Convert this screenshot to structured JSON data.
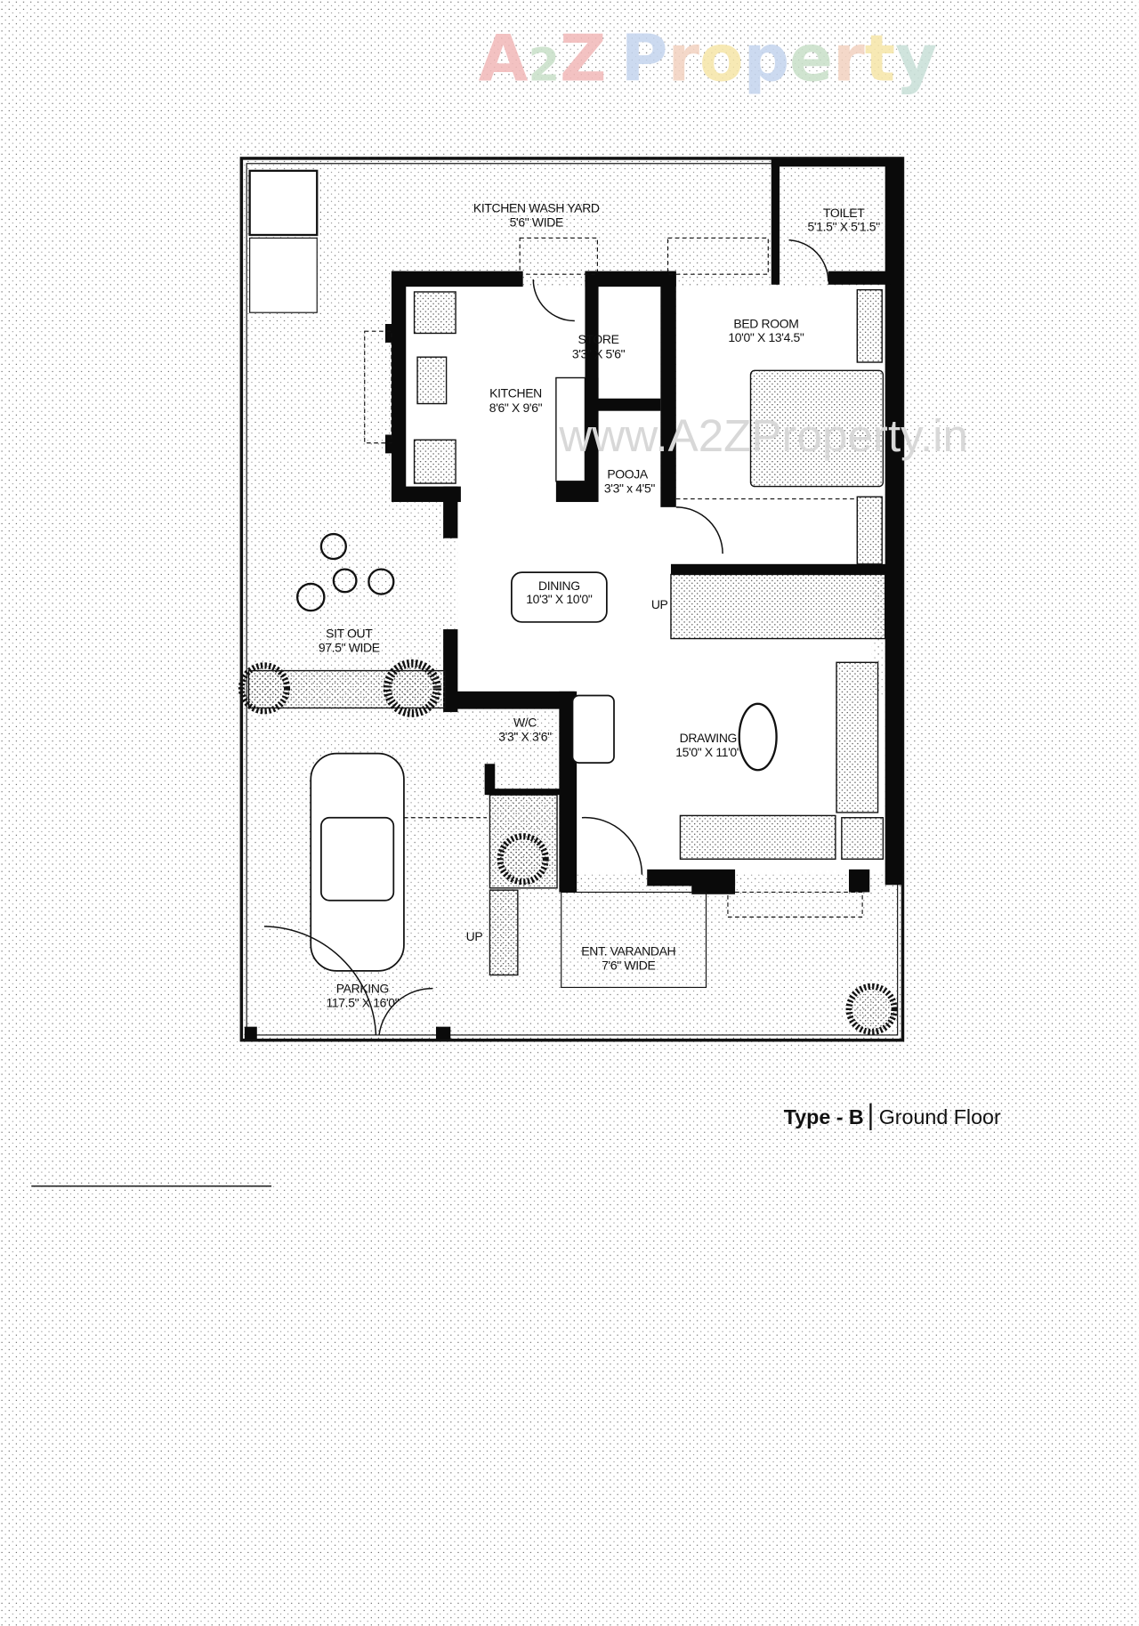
{
  "watermark": {
    "brand": "A2Z Property",
    "url": "www.A2ZProperty.in",
    "colors": [
      "#f2b8b8",
      "#c8e0c8",
      "#f2b8b8",
      "#c4d4ee",
      "#f3d2c0",
      "#f6e6a8",
      "#c4d4ee",
      "#c8e0c8",
      "#f3d2c0",
      "#f6e6a8",
      "#c8e0d8"
    ]
  },
  "caption": {
    "type": "Type - B",
    "floor": "Ground Floor"
  },
  "rooms": {
    "wash_yard": {
      "name": "KITCHEN WASH YARD",
      "size": "5'6\" WIDE"
    },
    "toilet": {
      "name": "TOILET",
      "size": "5'1.5\" X 5'1.5\""
    },
    "bedroom": {
      "name": "BED ROOM",
      "size": "10'0\" X 13'4.5\""
    },
    "store": {
      "name": "STORE",
      "size": "3'3\" X 5'6\""
    },
    "kitchen": {
      "name": "KITCHEN",
      "size": "8'6\" X 9'6\""
    },
    "pooja": {
      "name": "POOJA",
      "size": "3'3\" x 4'5\""
    },
    "dining": {
      "name": "DINING",
      "size": "10'3\" X 10'0\""
    },
    "sit_out": {
      "name": "SIT OUT",
      "size": "97.5\" WIDE"
    },
    "wc": {
      "name": "W/C",
      "size": "3'3\" X 3'6\""
    },
    "drawing": {
      "name": "DRAWING",
      "size": "15'0\" X 11'0\""
    },
    "varandah": {
      "name": "ENT. VARANDAH",
      "size": "7'6\" WIDE"
    },
    "parking": {
      "name": "PARKING",
      "size": "117.5\" X 16'0\""
    }
  },
  "stair_label": "UP",
  "step_label": "UP"
}
